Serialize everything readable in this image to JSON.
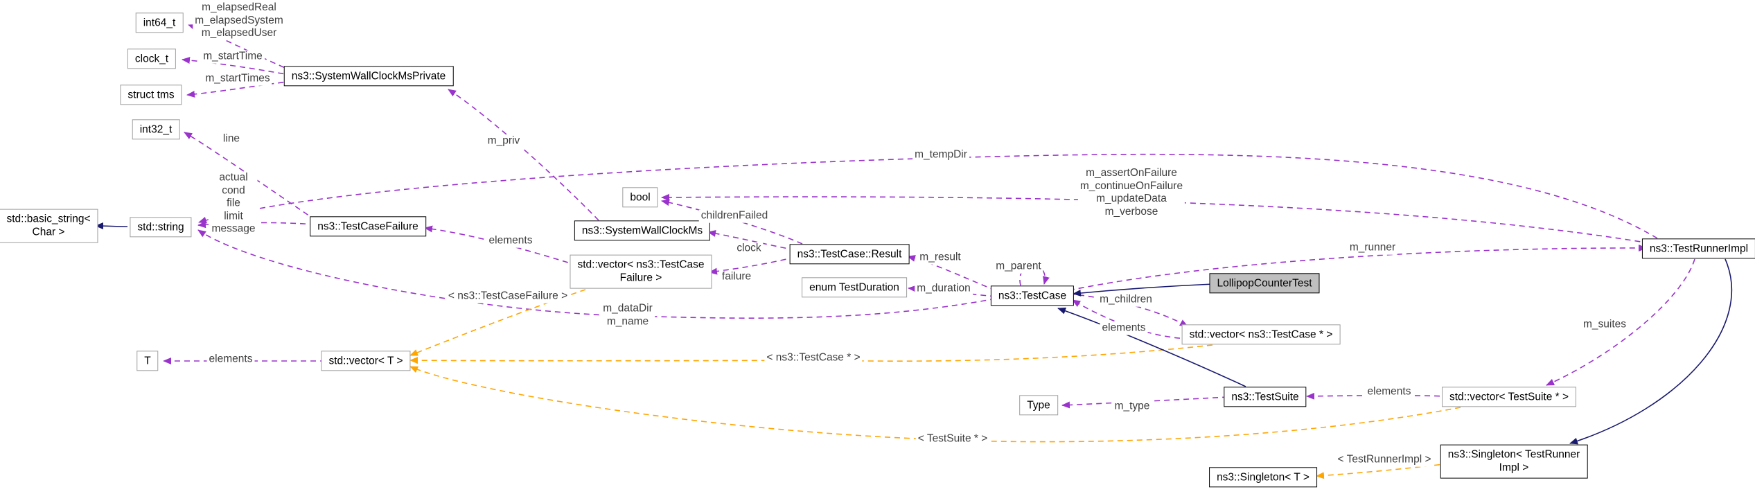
{
  "diagram_type": "doxygen-collaboration-graph",
  "colors": {
    "member_edge": "#9a32cc",
    "template_edge": "#ffa500",
    "inheritance_edge": "#191970",
    "subject_node_fill": "#bfbfbf",
    "class_node_border": "#000000",
    "plain_node_border": "#9d9d9d",
    "background": "#ffffff"
  },
  "nodes": {
    "int64": {
      "label": "int64_t"
    },
    "clock_t": {
      "label": "clock_t"
    },
    "struct_tms": {
      "label": "struct tms"
    },
    "int32": {
      "label": "int32_t"
    },
    "basic_string": {
      "label": "std::basic_string<\nChar >"
    },
    "std_string": {
      "label": "std::string"
    },
    "system_wall_clock_ms_private": {
      "label": "ns3::SystemWallClockMsPrivate"
    },
    "test_case_failure": {
      "label": "ns3::TestCaseFailure"
    },
    "bool": {
      "label": "bool"
    },
    "system_wall_clock_ms": {
      "label": "ns3::SystemWallClockMs"
    },
    "vector_test_case_failure": {
      "label": "std::vector< ns3::TestCase\nFailure >"
    },
    "test_case_result": {
      "label": "ns3::TestCase::Result"
    },
    "enum_test_duration": {
      "label": "enum TestDuration"
    },
    "test_case": {
      "label": "ns3::TestCase"
    },
    "lollipop_counter_test": {
      "label": "LollipopCounterTest"
    },
    "vector_test_case_ptr": {
      "label": "std::vector< ns3::TestCase * >"
    },
    "t": {
      "label": "T"
    },
    "vector_t": {
      "label": "std::vector< T >"
    },
    "type": {
      "label": "Type"
    },
    "test_suite": {
      "label": "ns3::TestSuite"
    },
    "vector_test_suite_ptr": {
      "label": "std::vector< TestSuite * >"
    },
    "test_runner_impl": {
      "label": "ns3::TestRunnerImpl"
    },
    "singleton_test_runner_impl": {
      "label": "ns3::Singleton< TestRunner\nImpl >"
    },
    "singleton_t": {
      "label": "ns3::Singleton< T >"
    }
  },
  "edge_labels": {
    "elapsed_members": {
      "label": "m_elapsedReal\nm_elapsedSystem\nm_elapsedUser"
    },
    "m_start_time": {
      "label": "m_startTime"
    },
    "m_start_times": {
      "label": "m_startTimes"
    },
    "line": {
      "label": "line"
    },
    "m_priv": {
      "label": "m_priv"
    },
    "m_temp_dir": {
      "label": "m_tempDir"
    },
    "failure_fields": {
      "label": "actual\ncond\nfile\nlimit\nmessage"
    },
    "runner_flags": {
      "label": "m_assertOnFailure\nm_continueOnFailure\nm_updateData\nm_verbose"
    },
    "children_failed": {
      "label": "childrenFailed"
    },
    "elements_failure": {
      "label": "elements"
    },
    "clock": {
      "label": "clock"
    },
    "failure": {
      "label": "failure"
    },
    "m_result": {
      "label": "m_result"
    },
    "m_parent": {
      "label": "m_parent"
    },
    "m_duration": {
      "label": "m_duration"
    },
    "m_children": {
      "label": "m_children"
    },
    "elements_children": {
      "label": "elements"
    },
    "m_data_dir_m_name": {
      "label": "m_dataDir\nm_name"
    },
    "m_runner": {
      "label": "m_runner"
    },
    "elements_t": {
      "label": "elements"
    },
    "template_test_case_failure": {
      "label": "< ns3::TestCaseFailure >"
    },
    "template_test_case_ptr": {
      "label": "< ns3::TestCase * >"
    },
    "m_type": {
      "label": "m_type"
    },
    "elements_suites": {
      "label": "elements"
    },
    "m_suites": {
      "label": "m_suites"
    },
    "template_test_suite_ptr": {
      "label": "< TestSuite * >"
    },
    "template_test_runner_impl": {
      "label": "< TestRunnerImpl >"
    }
  }
}
